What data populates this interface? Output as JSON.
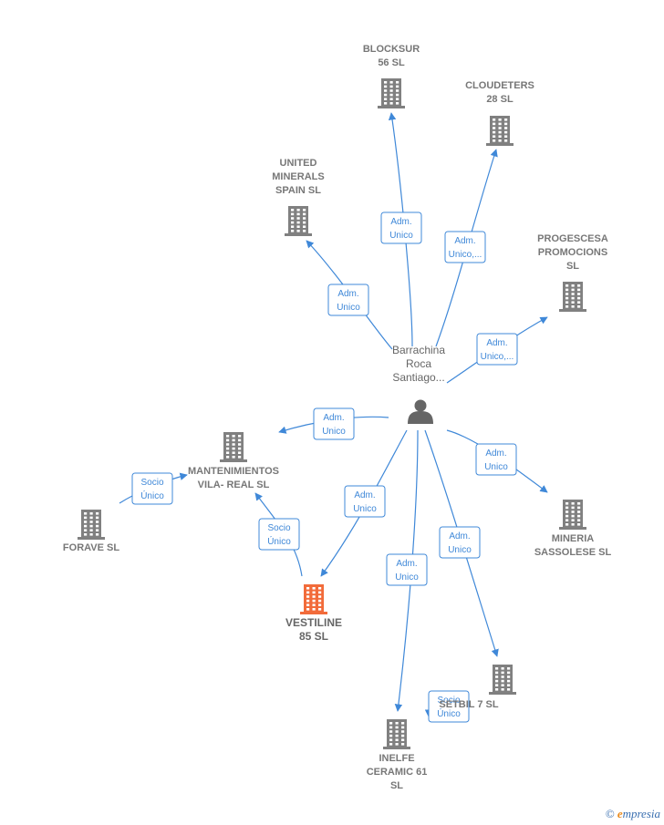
{
  "diagram": {
    "person": {
      "id": "person",
      "label_lines": [
        "Barrachina",
        "Roca",
        "Santiago..."
      ]
    },
    "companies": [
      {
        "id": "blocksur",
        "label_lines": [
          "BLOCKSUR",
          "56  SL"
        ],
        "color": "#808080",
        "focus": false
      },
      {
        "id": "cloudeters",
        "label_lines": [
          "CLOUDETERS",
          "28  SL"
        ],
        "color": "#808080",
        "focus": false
      },
      {
        "id": "united",
        "label_lines": [
          "UNITED",
          "MINERALS",
          "SPAIN SL"
        ],
        "color": "#808080",
        "focus": false
      },
      {
        "id": "progescesa",
        "label_lines": [
          "PROGESCESA",
          "PROMOCIONS",
          "SL"
        ],
        "color": "#808080",
        "focus": false
      },
      {
        "id": "mantenimientos",
        "label_lines": [
          "MANTENIMIENTOS",
          "VILA- REAL SL"
        ],
        "color": "#808080",
        "focus": false
      },
      {
        "id": "forave",
        "label_lines": [
          "FORAVE SL"
        ],
        "color": "#808080",
        "focus": false
      },
      {
        "id": "vestiline",
        "label_lines": [
          "VESTILINE",
          "85  SL"
        ],
        "color": "#f26b3a",
        "focus": true
      },
      {
        "id": "mineria",
        "label_lines": [
          "MINERIA",
          "SASSOLESE SL"
        ],
        "color": "#808080",
        "focus": false
      },
      {
        "id": "setbil",
        "label_lines": [
          "SETBIL 7  SL"
        ],
        "color": "#808080",
        "focus": false
      },
      {
        "id": "inelfe",
        "label_lines": [
          "INELFE",
          "CERAMIC 61",
          "SL"
        ],
        "color": "#808080",
        "focus": false
      }
    ],
    "edges": [
      {
        "from": "person",
        "to": "blocksur",
        "label_lines": [
          "Adm.",
          "Unico"
        ]
      },
      {
        "from": "person",
        "to": "cloudeters",
        "label_lines": [
          "Adm.",
          "Unico,..."
        ]
      },
      {
        "from": "person",
        "to": "united",
        "label_lines": [
          "Adm.",
          "Unico"
        ]
      },
      {
        "from": "person",
        "to": "progescesa",
        "label_lines": [
          "Adm.",
          "Unico,..."
        ]
      },
      {
        "from": "person",
        "to": "mantenimientos",
        "label_lines": [
          "Adm.",
          "Unico"
        ]
      },
      {
        "from": "person",
        "to": "vestiline",
        "label_lines": [
          "Adm.",
          "Unico"
        ]
      },
      {
        "from": "person",
        "to": "mineria",
        "label_lines": [
          "Adm.",
          "Unico"
        ]
      },
      {
        "from": "person",
        "to": "setbil",
        "label_lines": [
          "Adm.",
          "Unico"
        ]
      },
      {
        "from": "person",
        "to": "inelfe",
        "label_lines": [
          "Adm.",
          "Unico"
        ]
      },
      {
        "from": "forave",
        "to": "mantenimientos",
        "label_lines": [
          "Socio",
          "Único"
        ]
      },
      {
        "from": "vestiline",
        "to": "mantenimientos",
        "label_lines": [
          "Socio",
          "Único"
        ]
      },
      {
        "from": "setbil",
        "to": "inelfe",
        "label_lines": [
          "Socio",
          "Único"
        ]
      }
    ],
    "colors": {
      "edge": "#3f88d8",
      "node": "#808080",
      "focus": "#f26b3a"
    }
  },
  "brand": {
    "copyright_symbol": "©",
    "first_letter": "e",
    "rest": "mpresia"
  }
}
